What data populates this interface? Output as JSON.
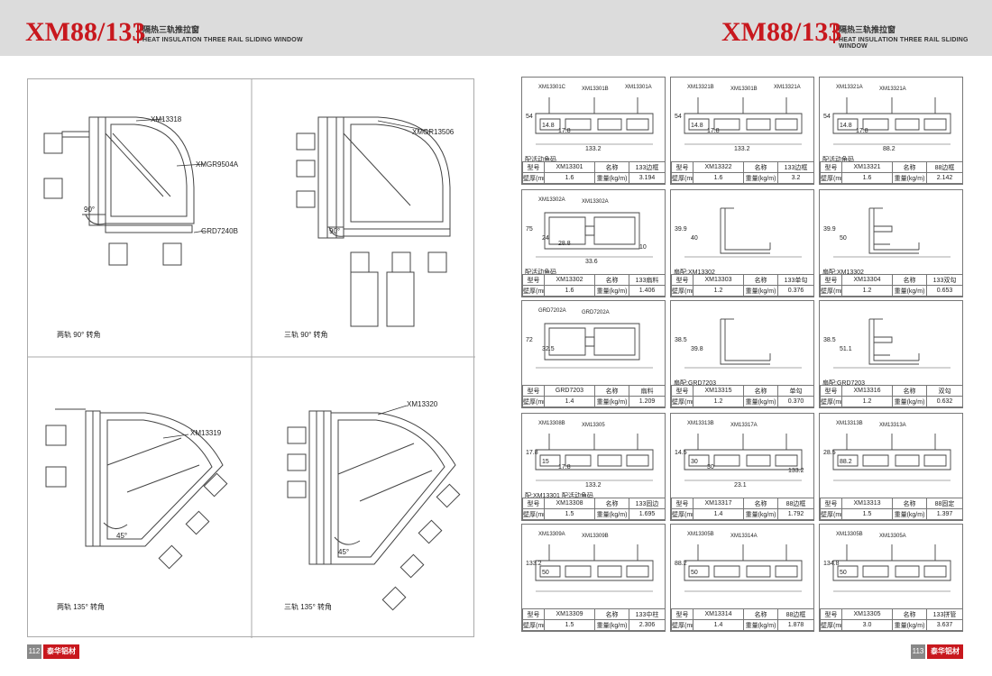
{
  "header": {
    "series": "XM88/133",
    "title_cn": "隔热三轨推拉窗",
    "title_en": "HEAT INSULATION THREE RAIL SLIDING WINDOW"
  },
  "footer": {
    "left_page": "112",
    "right_page": "113",
    "brand": "泰华铝材"
  },
  "corners": [
    {
      "label": "两轨 90° 转角",
      "callouts": [
        "XM13318",
        "XMGR9504A",
        "GRD7240B",
        "90°"
      ]
    },
    {
      "label": "三轨 90° 转角",
      "callouts": [
        "XMGR13506",
        "90°"
      ]
    },
    {
      "label": "两轨 135° 转角",
      "callouts": [
        "XM13319",
        "45°"
      ]
    },
    {
      "label": "三轨 135° 转角",
      "callouts": [
        "XM13320",
        "45°"
      ]
    }
  ],
  "table_keys": {
    "model": "型号",
    "name": "名称",
    "wall": "壁厚(mm)",
    "weight": "重量(kg/m)"
  },
  "cards": [
    {
      "caption": "配活动角码",
      "model": "XM13301",
      "name": "133边框",
      "wall": "1.6",
      "weight": "3.194",
      "parts": [
        "XM13301C",
        "XM13301B",
        "XM13301A"
      ],
      "dims": [
        "54",
        "14.8",
        "17.8",
        "133.2"
      ]
    },
    {
      "caption": "",
      "model": "XM13322",
      "name": "133边框",
      "wall": "1.6",
      "weight": "3.2",
      "parts": [
        "XM13321B",
        "XM13301B",
        "XM13321A"
      ],
      "dims": [
        "54",
        "14.8",
        "17.8",
        "133.2"
      ]
    },
    {
      "caption": "配活动角码",
      "model": "XM13321",
      "name": "88边框",
      "wall": "1.6",
      "weight": "2.142",
      "parts": [
        "XM13321A",
        "XM13321A"
      ],
      "dims": [
        "54",
        "14.8",
        "17.8",
        "88.2"
      ]
    },
    {
      "caption": "配活动角码",
      "model": "XM13302",
      "name": "133扇料",
      "wall": "1.6",
      "weight": "1.406",
      "parts": [
        "XM13302A",
        "XM13302A"
      ],
      "dims": [
        "75",
        "24",
        "28.8",
        "33.6",
        "10"
      ]
    },
    {
      "caption": "扇配:XM13302",
      "model": "XM13303",
      "name": "133单勾",
      "wall": "1.2",
      "weight": "0.376",
      "parts": [],
      "dims": [
        "39.9",
        "40"
      ]
    },
    {
      "caption": "扇配:XM13302",
      "model": "XM13304",
      "name": "133双勾",
      "wall": "1.2",
      "weight": "0.653",
      "parts": [],
      "dims": [
        "39.9",
        "50"
      ]
    },
    {
      "caption": "",
      "model": "GRD7203",
      "name": "扇料",
      "wall": "1.4",
      "weight": "1.209",
      "parts": [
        "GRD7202A",
        "GRD7202A"
      ],
      "dims": [
        "72",
        "32.5"
      ]
    },
    {
      "caption": "扇配:GRD7203",
      "model": "XM13315",
      "name": "单勾",
      "wall": "1.2",
      "weight": "0.370",
      "parts": [],
      "dims": [
        "38.5",
        "39.8"
      ]
    },
    {
      "caption": "扇配:GRD7203",
      "model": "XM13316",
      "name": "双勾",
      "wall": "1.2",
      "weight": "0.632",
      "parts": [],
      "dims": [
        "38.5",
        "51.1"
      ]
    },
    {
      "caption": "配:XM13301 配活动角码",
      "model": "XM13308",
      "name": "133固边",
      "wall": "1.5",
      "weight": "1.695",
      "parts": [
        "XM13308B",
        "XM13305"
      ],
      "dims": [
        "17.8",
        "15",
        "17.8",
        "133.2"
      ]
    },
    {
      "caption": "",
      "model": "XM13317",
      "name": "88边框",
      "wall": "1.4",
      "weight": "1.792",
      "parts": [
        "XM13313B",
        "XM13317A"
      ],
      "dims": [
        "14.5",
        "30",
        "30",
        "23.1",
        "133.2"
      ]
    },
    {
      "caption": "",
      "model": "XM13313",
      "name": "88固定",
      "wall": "1.5",
      "weight": "1.397",
      "parts": [
        "XM13313B",
        "XM13313A"
      ],
      "dims": [
        "28.5",
        "88.2"
      ]
    },
    {
      "caption": "",
      "model": "XM13309",
      "name": "133中柱",
      "wall": "1.5",
      "weight": "2.306",
      "parts": [
        "XM13309A",
        "XM13309B"
      ],
      "dims": [
        "133.2",
        "50"
      ]
    },
    {
      "caption": "",
      "model": "XM13314",
      "name": "88边框",
      "wall": "1.4",
      "weight": "1.878",
      "parts": [
        "XM13305B",
        "XM13314A"
      ],
      "dims": [
        "88.2",
        "50"
      ]
    },
    {
      "caption": "",
      "model": "XM13305",
      "name": "133拼管",
      "wall": "3.0",
      "weight": "3.637",
      "parts": [
        "XM13305B",
        "XM13305A"
      ],
      "dims": [
        "134.8",
        "50"
      ]
    }
  ]
}
